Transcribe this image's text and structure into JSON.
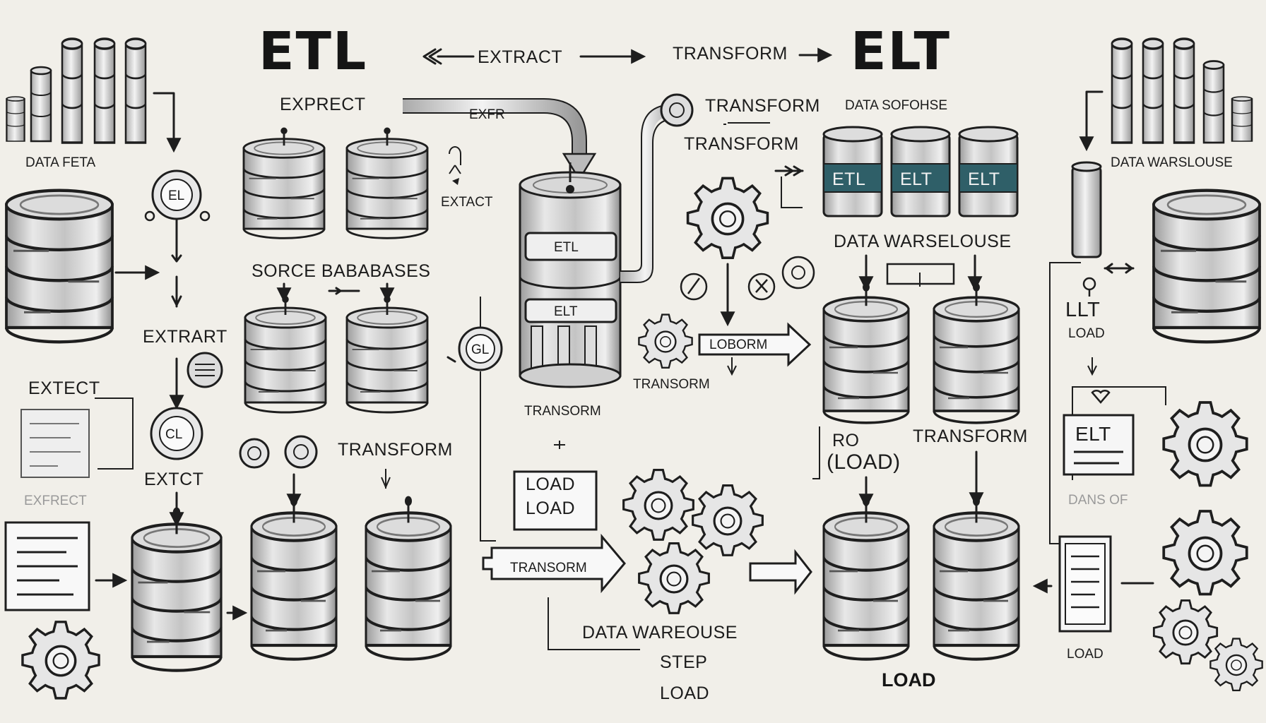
{
  "header": {
    "left_title": "ETL",
    "right_title": "ELT",
    "flow_extract": "EXTRACT",
    "flow_transform": "TRANSFORM"
  },
  "left_column": {
    "data_feta": "DATA FETA",
    "extrart": "EXTRART",
    "extect": "EXTECT",
    "extct": "EXTCT",
    "exfrect": "EXFRECT",
    "el_badge": "EL",
    "cl_badge": "CL"
  },
  "center_left": {
    "exprect": "EXPRECT",
    "extact": "EXTACT",
    "source_databases": "SORCE  BABABASES",
    "transform": "TRANSFORM",
    "gl_badge": "GL"
  },
  "center": {
    "pipe_label": "EXFR",
    "cylinder_top_label": "ETL",
    "cylinder_bottom_label": "ELT",
    "transorm": "TRANSORM",
    "load_box_line1": "LOAD",
    "load_box_line2": "LOAD",
    "transorm_arrow": "TRANSORM",
    "data_wareouse": "DATA WAREOUSE",
    "step": "STEP",
    "load": "LOAD",
    "transform_1": "TRANSFORM",
    "transform_2": "TRANSFORM",
    "loborm_arrow": "LOBORM",
    "transorm_small": "TRANSORM"
  },
  "center_right": {
    "data_storehouse": "DATA SOFOHSE",
    "barrels": [
      "ETL",
      "ELT",
      "ELT"
    ],
    "data_warehouse": "DATA WARSELOUSE",
    "ro_load_1": "RO",
    "ro_load_2": "(LOAD)",
    "transform": "TRANSFORM",
    "load_bold": "LOAD"
  },
  "right_column": {
    "data_warehouse": "DATA WARSLOUSE",
    "llt": "LLT",
    "load_small": "LOAD",
    "elt_badge": "ELT",
    "dans_of": "DANS OF",
    "load_bottom": "LOAD"
  },
  "colors": {
    "paper": "#f1efe9",
    "ink": "#1e1e1e",
    "barrel_teal": "#2f5f68",
    "metal_light": "#e2e2e2",
    "metal_mid": "#b9b9b9"
  }
}
